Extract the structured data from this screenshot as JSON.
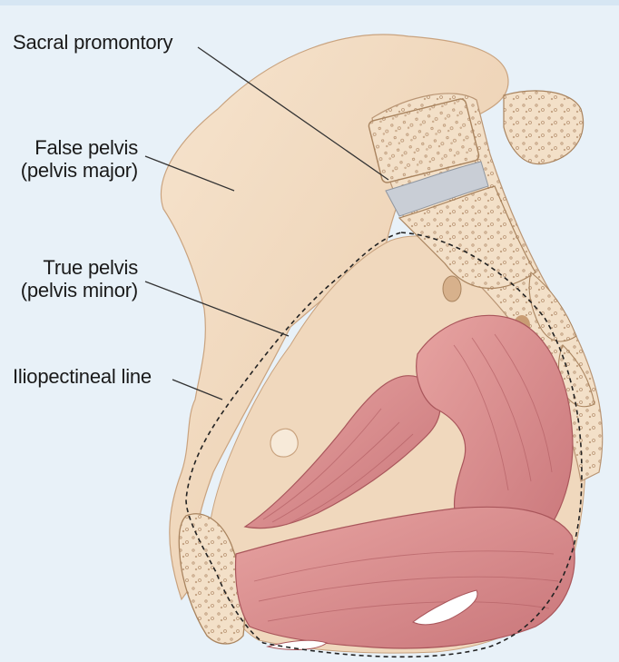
{
  "labels": {
    "sacral_promontory": "Sacral promontory",
    "false_pelvis": {
      "line1": "False pelvis",
      "line2": "(pelvis major)"
    },
    "true_pelvis": {
      "line1": "True pelvis",
      "line2": "(pelvis minor)"
    },
    "iliopectineal_line": "Iliopectineal line"
  },
  "colors": {
    "panel_background": "#e8f1f8",
    "bone": "#f2dcc2",
    "bone_shadow": "#e3c4a2",
    "muscle": "#d88a8a",
    "muscle_dark": "#b85f62",
    "cartilage": "#c9ced6",
    "leader_line": "#333333"
  }
}
